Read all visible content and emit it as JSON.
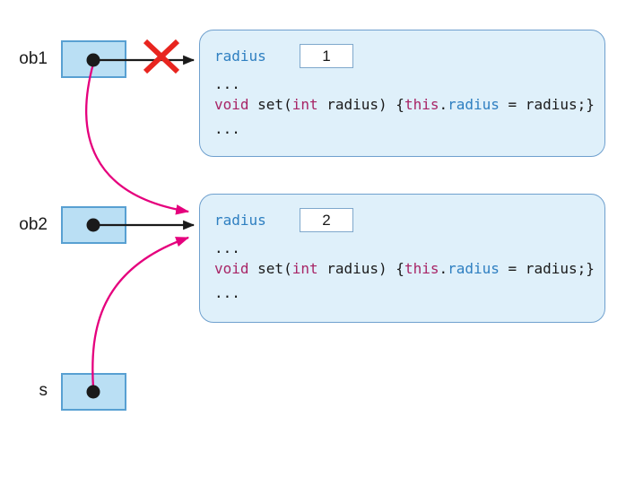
{
  "colors": {
    "reference_arrow": "#1a1a1a",
    "reassigned_arrow_magenta": "#e5007d",
    "broken_link_x_red": "#e8251f",
    "keyword_crimson": "#a82566",
    "identifier_blue": "#2e7fc1",
    "ref_box_fill": "#badff4",
    "ref_box_border": "#58a0d2",
    "object_panel_fill": "#dff0fa",
    "object_panel_border": "#6fa0ce"
  },
  "refs": [
    {
      "label": "ob1"
    },
    {
      "label": "ob2"
    },
    {
      "label": "s"
    }
  ],
  "objects": [
    {
      "field": {
        "label": "radius",
        "value": "1"
      },
      "ellipsis1": "...",
      "ellipsis2": "...",
      "code": {
        "kw_void": "void",
        "set_open": " set(",
        "kw_int": "int",
        "param_close": " radius) {",
        "kw_this": "this",
        "dot": ".",
        "field_ref": "radius",
        "assign_rest": " = radius;}"
      }
    },
    {
      "field": {
        "label": "radius",
        "value": "2"
      },
      "ellipsis1": "...",
      "ellipsis2": "...",
      "code": {
        "kw_void": "void",
        "set_open": " set(",
        "kw_int": "int",
        "param_close": " radius) {",
        "kw_this": "this",
        "dot": ".",
        "field_ref": "radius",
        "assign_rest": " = radius;}"
      }
    }
  ]
}
